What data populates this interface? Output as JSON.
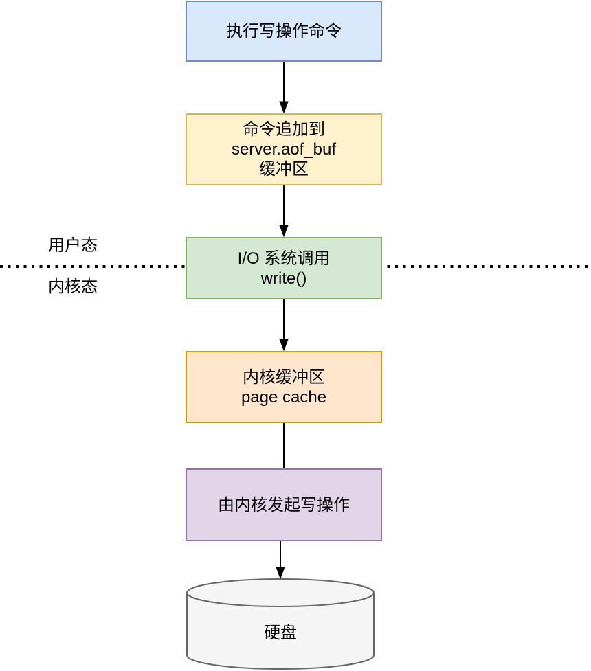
{
  "diagram": {
    "nodes": {
      "execute_command": {
        "label": "执行写操作命令",
        "fill": "#dae8fc",
        "stroke": "#6c8ebf"
      },
      "aof_buffer": {
        "label": "命令追加到\nserver.aof_buf\n缓冲区",
        "fill": "#fff2cc",
        "stroke": "#d6b656"
      },
      "io_syscall": {
        "label": "I/O 系统调用\nwrite()",
        "fill": "#d5e8d4",
        "stroke": "#82b366"
      },
      "page_cache": {
        "label": "内核缓冲区\npage cache",
        "fill": "#ffe6cc",
        "stroke": "#d79b00"
      },
      "kernel_write": {
        "label": "由内核发起写操作",
        "fill": "#e1d5e7",
        "stroke": "#9673a6"
      },
      "disk": {
        "label": "硬盘",
        "fill": "#f5f5f5",
        "stroke": "#666666"
      }
    },
    "boundary": {
      "above_label": "用户态",
      "below_label": "内核态",
      "line_color": "#000000"
    },
    "edges": [
      {
        "from": "execute_command",
        "to": "aof_buffer",
        "arrowhead": true
      },
      {
        "from": "aof_buffer",
        "to": "io_syscall",
        "arrowhead": true
      },
      {
        "from": "io_syscall",
        "to": "page_cache",
        "arrowhead": true
      },
      {
        "from": "page_cache",
        "to": "kernel_write",
        "arrowhead": false
      },
      {
        "from": "kernel_write",
        "to": "disk",
        "arrowhead": true
      }
    ],
    "connector_color": "#000000",
    "text_color": "#000000"
  }
}
